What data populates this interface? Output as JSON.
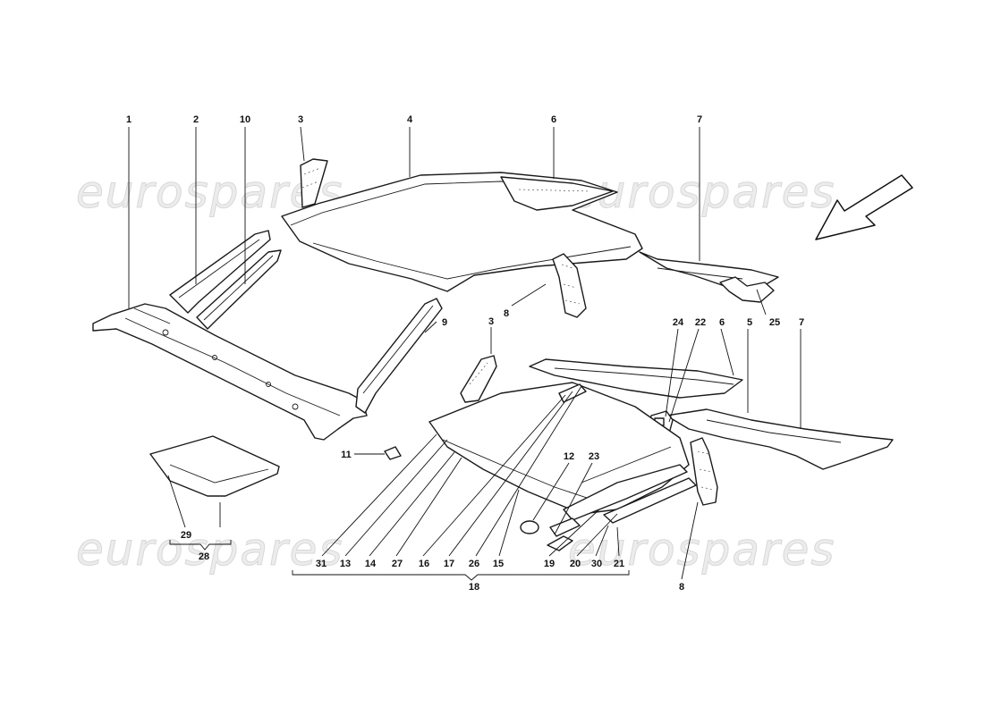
{
  "watermark": {
    "text": "eurospares"
  },
  "callouts": {
    "c1": "1",
    "c2": "2",
    "c3a": "3",
    "c3b": "3",
    "c4": "4",
    "c5": "5",
    "c6a": "6",
    "c6b": "6",
    "c7a": "7",
    "c7b": "7",
    "c8a": "8",
    "c8b": "8",
    "c9": "9",
    "c10": "10",
    "c11": "11",
    "c12": "12",
    "c13": "13",
    "c14": "14",
    "c15": "15",
    "c16": "16",
    "c17": "17",
    "c18": "18",
    "c19": "19",
    "c20": "20",
    "c21": "21",
    "c22": "22",
    "c23": "23",
    "c24": "24",
    "c25": "25",
    "c26": "26",
    "c27": "27",
    "c28": "28",
    "c29": "29",
    "c30": "30",
    "c31": "31"
  },
  "icons": {
    "direction": "front-direction-arrow-icon"
  },
  "colors": {
    "line": "#1a1a1a",
    "watermark": "#d8d8d8",
    "background": "#ffffff"
  }
}
